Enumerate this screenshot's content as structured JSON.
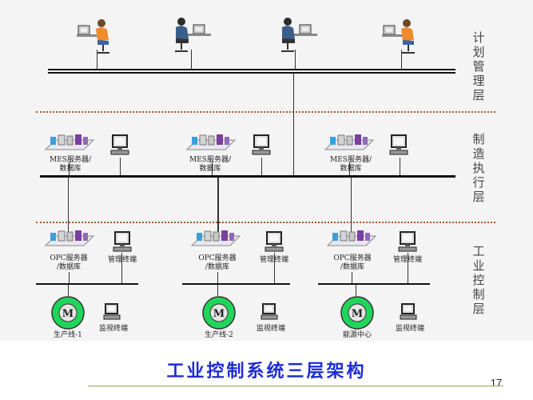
{
  "caption": "工业控制系统三层架构",
  "page_number": "17",
  "layers": {
    "planning": "计划管理层",
    "execution": "制造执行层",
    "control": "工业控制层"
  },
  "mes": [
    {
      "label": "MES服务器/\n数据库"
    },
    {
      "label": "MES服务器/\n数据库"
    },
    {
      "label": "MES服务器/\n数据库"
    }
  ],
  "opc": [
    {
      "label": "OPC服务器\n/数据库",
      "terminal": "管理终端"
    },
    {
      "label": "OPC服务器\n/数据库",
      "terminal": "管理终端"
    },
    {
      "label": "OPC服务器\n/数据库",
      "terminal": "管理终端"
    }
  ],
  "field": [
    {
      "label": "生产线-1",
      "terminal": "监视终端"
    },
    {
      "label": "生产线-2",
      "terminal": "监视终端"
    },
    {
      "label": "能源中心",
      "terminal": "监视终端"
    }
  ],
  "motor_symbol": "M",
  "colors": {
    "caption": "#1d2bd3",
    "divider": "#a8552a",
    "motor": "#1fd65a"
  }
}
